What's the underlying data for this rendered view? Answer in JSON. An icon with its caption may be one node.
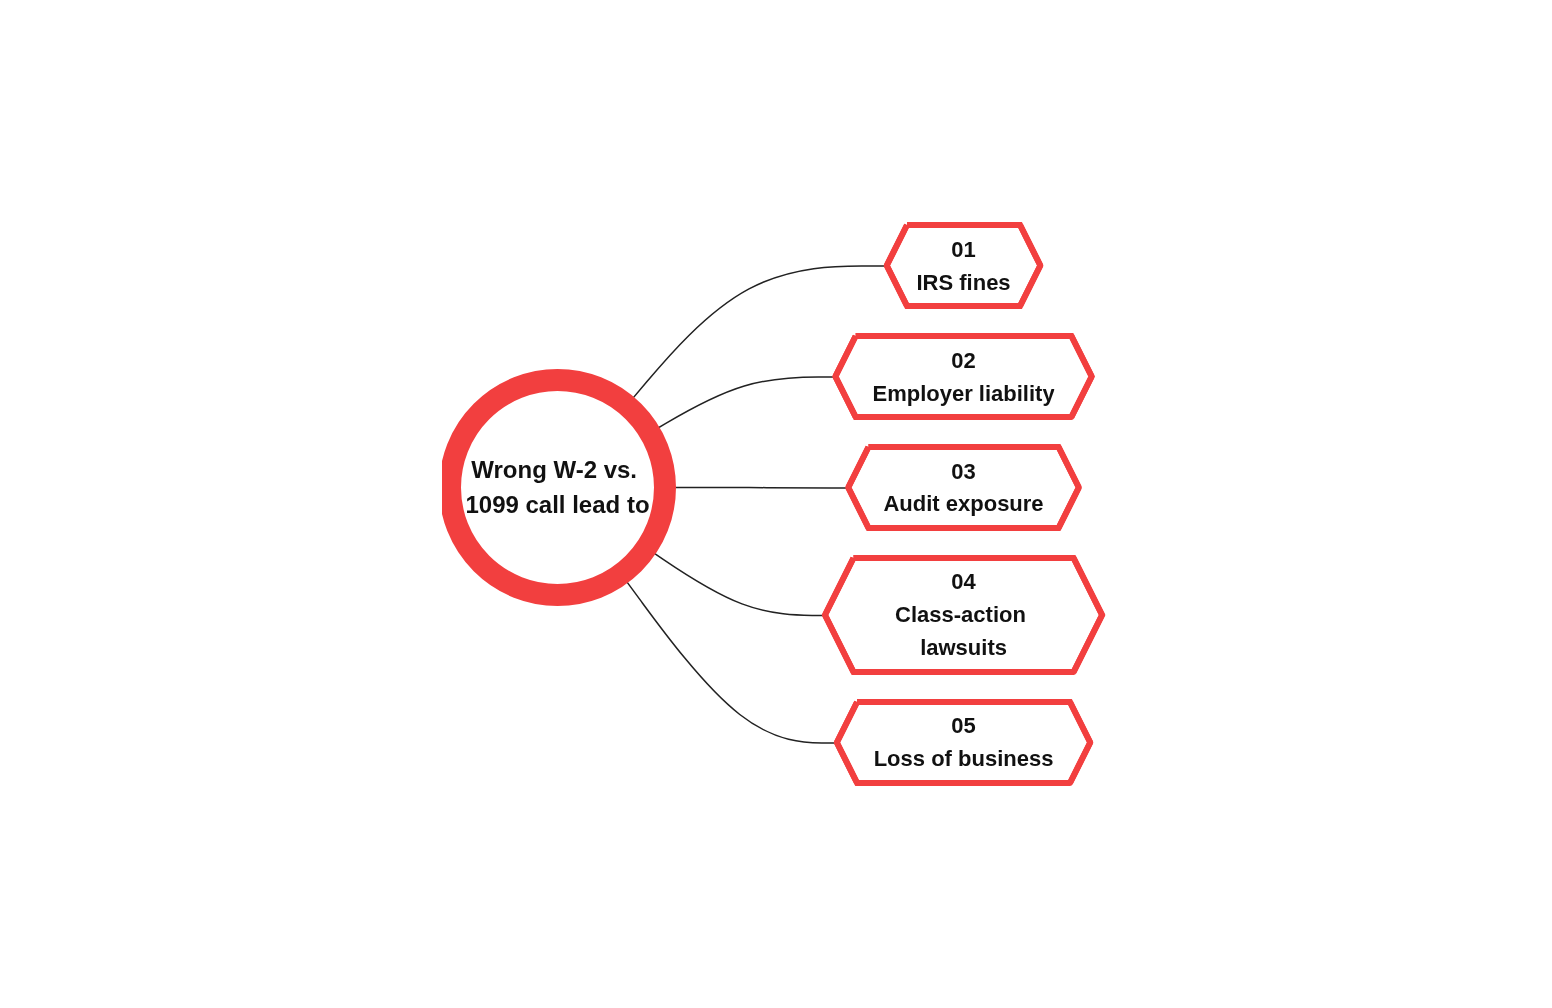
{
  "diagram": {
    "nodes": [
      {
        "text": [
          "Wrong W-2 vs. 1099 call lead to"
        ]
      },
      {
        "text": [
          "01",
          "IRS fines"
        ]
      },
      {
        "text": [
          "02",
          "Employer liability"
        ]
      },
      {
        "text": [
          "03",
          "Audit exposure"
        ]
      },
      {
        "text": [
          "04",
          "Class-action lawsuits"
        ]
      },
      {
        "text": [
          "05",
          "Loss of business"
        ]
      }
    ],
    "edges": [
      {
        "from": 0,
        "to": 1,
        "arrow": "none"
      },
      {
        "from": 0,
        "to": 2,
        "arrow": "none"
      },
      {
        "from": 0,
        "to": 3,
        "arrow": "none"
      },
      {
        "from": 0,
        "to": 4,
        "arrow": "none"
      },
      {
        "from": 0,
        "to": 5,
        "arrow": "none"
      }
    ]
  }
}
